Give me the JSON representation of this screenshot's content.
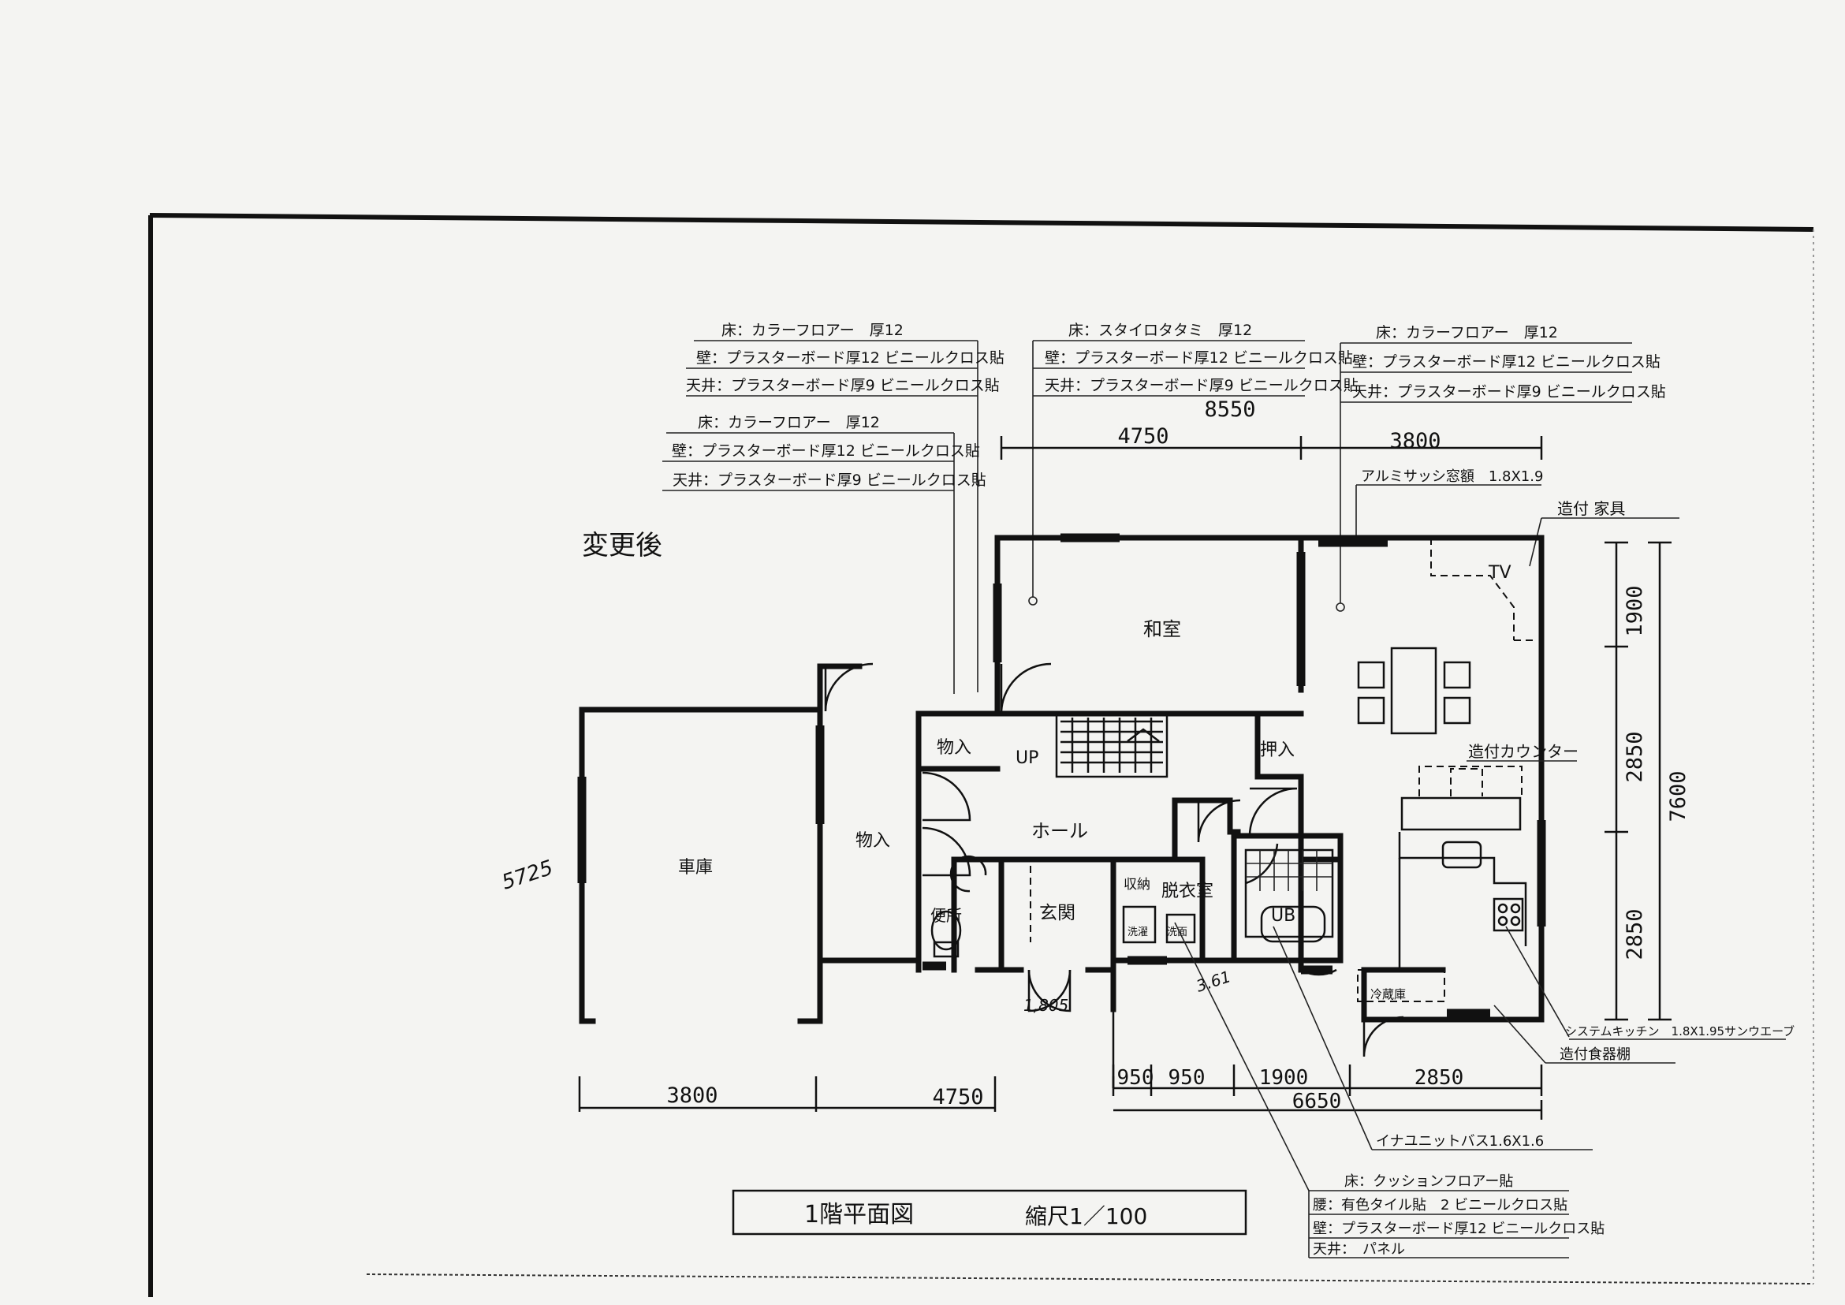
{
  "stamp_title": "変更後",
  "rooms": {
    "washitsu": "和室",
    "garage": "車庫",
    "storage_left": "物入",
    "storage_small": "物入",
    "closet": "押入",
    "up": "UP",
    "hall": "ホール",
    "entrance": "玄関",
    "toilet": "便所",
    "storage_bath": "収納",
    "dressing": "脱衣室",
    "ub": "UB",
    "tv": "TV",
    "fridge": "冷蔵庫",
    "washer": "洗濯",
    "sink": "洗面"
  },
  "specs_a": {
    "floor": "床：カラーフロアー　厚12",
    "wall": "壁：プラスターボード厚12 ビニールクロス貼",
    "ceiling": "天井：プラスターボード厚9 ビニールクロス貼"
  },
  "specs_b": {
    "floor": "床：カラーフロアー　厚12",
    "wall": "壁：プラスターボード厚12 ビニールクロス貼",
    "ceiling": "天井：プラスターボード厚9 ビニールクロス貼"
  },
  "specs_c": {
    "floor": "床：スタイロタタミ　厚12",
    "wall": "壁：プラスターボード厚12 ビニールクロス貼",
    "ceiling": "天井：プラスターボード厚9 ビニールクロス貼"
  },
  "specs_d": {
    "floor": "床：カラーフロアー　厚12",
    "wall": "壁：プラスターボード厚12 ビニールクロス貼",
    "ceiling": "天井：プラスターボード厚9 ビニールクロス貼"
  },
  "specs_e": {
    "floor": "床：クッションフロアー貼",
    "waist": "腰：有色タイル貼　2 ビニールクロス貼",
    "wall": "壁：プラスターボード厚12 ビニールクロス貼",
    "ceiling": "天井：　パネル"
  },
  "notes": {
    "sash": "アルミサッシ窓額　1.8X1.9",
    "furniture": "造付 家具",
    "counter": "造付カウンター",
    "kitchen": "システムキッチン　1.8X1.95サンウエーブ",
    "cupboard": "造付食器棚",
    "unitbath": "イナユニットバス1.6X1.6"
  },
  "dimensions": {
    "top_total": "8550",
    "top_a": "4750",
    "top_b": "3800",
    "right_a": "1900",
    "right_b": "2850",
    "right_c": "2850",
    "right_total": "7600",
    "bottom_a": "3800",
    "bottom_b": "4750",
    "bottom_c": "950",
    "bottom_d": "950",
    "bottom_e": "1900",
    "bottom_f": "2850",
    "bottom_total": "6650"
  },
  "handwritten": {
    "left": "5725",
    "door": "1,805",
    "bath": "3.61"
  },
  "title_block": {
    "title": "1階平面図",
    "scale": "縮尺1／100"
  }
}
